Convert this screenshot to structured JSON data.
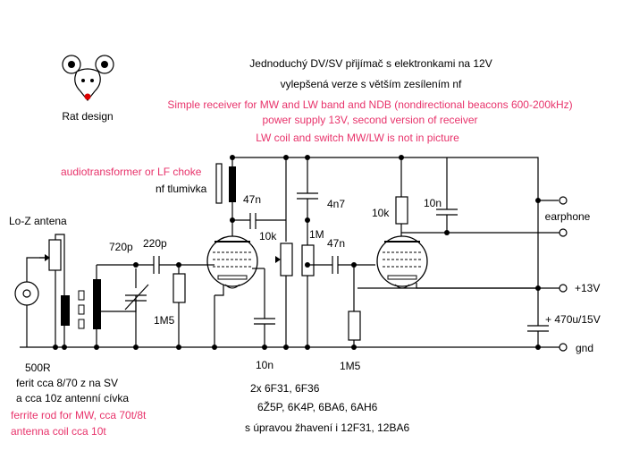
{
  "header": {
    "cz_title": "Jednoduchý DV/SV přijímač s elektronkami na 12V",
    "cz_subtitle": "vylepšená verze s větším zesílením nf",
    "en_line1": "Simple receiver for MW and LW band and NDB (nondirectional beacons 600-200kHz)",
    "en_line2": "power supply 13V, second version of receiver",
    "en_line3": "LW coil and switch MW/LW is not in picture"
  },
  "logo": {
    "caption": "Rat design"
  },
  "labels": {
    "audiotransformer": "audiotransformer or LF choke",
    "nf_tlumivka": "nf tlumivka",
    "antenna": "Lo-Z antena",
    "c720": "720p",
    "c220": "220p",
    "r1m5_grid": "1M5",
    "c47_a": "47n",
    "r10k_a": "10k",
    "r1m": "1M",
    "c4n7": "4n7",
    "c47_b": "47n",
    "r10k_b": "10k",
    "c10n_top": "10n",
    "earphone": "earphone",
    "plus13": "+13V",
    "cap470": "+ 470u/15V",
    "gnd": "gnd",
    "c10n_bottom": "10n",
    "r1m5_bottom": "1M5",
    "r500": "500R"
  },
  "notes": {
    "ferit_cz1": "ferit cca 8/70 z na SV",
    "ferit_cz2": "a cca 10z antenní cívka",
    "ferrite_en1": "ferrite rod for MW, cca 70t/8t",
    "ferrite_en2": "antenna coil cca 10t",
    "tubes1": "2x 6F31, 6F36",
    "tubes2": "6Ž5P, 6K4P, 6BA6, 6AH6",
    "tubes3": "s úpravou žhavení i 12F31, 12BA6"
  }
}
